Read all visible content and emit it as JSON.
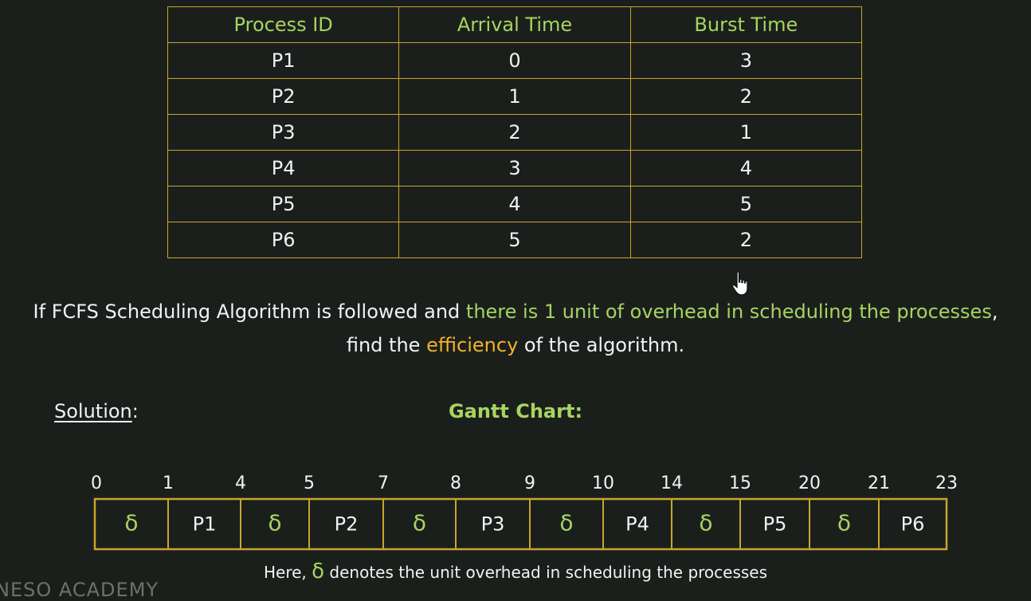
{
  "table": {
    "headers": [
      "Process ID",
      "Arrival Time",
      "Burst Time"
    ],
    "rows": [
      [
        "P1",
        "0",
        "3"
      ],
      [
        "P2",
        "1",
        "2"
      ],
      [
        "P3",
        "2",
        "1"
      ],
      [
        "P4",
        "3",
        "4"
      ],
      [
        "P5",
        "4",
        "5"
      ],
      [
        "P6",
        "5",
        "2"
      ]
    ]
  },
  "question": {
    "part1": "If FCFS Scheduling Algorithm is followed and ",
    "part2_green": "there is 1 unit of overhead in scheduling the processes",
    "part3": ", find the ",
    "part4_orange": "efficiency",
    "part5": " of the algorithm."
  },
  "solution_label": "Solution",
  "solution_colon": ":",
  "gantt_title": "Gantt Chart:",
  "gantt": {
    "blocks": [
      "δ",
      "P1",
      "δ",
      "P2",
      "δ",
      "P3",
      "δ",
      "P4",
      "δ",
      "P5",
      "δ",
      "P6"
    ],
    "ticks": [
      "0",
      "1",
      "4",
      "5",
      "7",
      "8",
      "9",
      "10",
      "14",
      "15",
      "20",
      "21",
      "23"
    ]
  },
  "footnote": {
    "pre": "Here, ",
    "symbol": "δ",
    "post": " denotes the unit overhead in scheduling the processes"
  },
  "watermark": "NESO ACADEMY",
  "colors": {
    "background": "#1b1f1c",
    "border": "#c9a52a",
    "green": "#a7d461",
    "orange": "#f0b429",
    "text": "#f2f2f2"
  }
}
